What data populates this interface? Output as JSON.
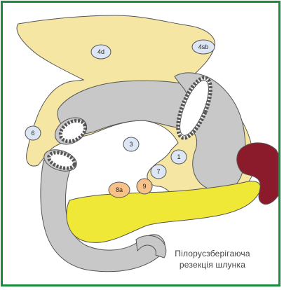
{
  "diagram": {
    "caption_line1": "Пілорусзберігаюча",
    "caption_line2": "резекція шлунка",
    "lymph_nodes": [
      {
        "id": "n4d",
        "label": "4d",
        "kind": "blue"
      },
      {
        "id": "n4sb",
        "label": "4sb",
        "kind": "blue"
      },
      {
        "id": "n6",
        "label": "6",
        "kind": "blue"
      },
      {
        "id": "n3",
        "label": "3",
        "kind": "blue"
      },
      {
        "id": "n1",
        "label": "1",
        "kind": "blue"
      },
      {
        "id": "n7",
        "label": "7",
        "kind": "blue"
      },
      {
        "id": "n8a",
        "label": "8a",
        "kind": "orange"
      },
      {
        "id": "n9",
        "label": "9",
        "kind": "orange"
      }
    ],
    "colors": {
      "frame": "#1a8a3c",
      "fat": "#f5e6a3",
      "organ": "#c8c8c8",
      "pancreas": "#f0e836",
      "spleen": "#8b1a2b",
      "node_blue": "#dde6f5",
      "node_orange": "#f6c28a"
    }
  }
}
